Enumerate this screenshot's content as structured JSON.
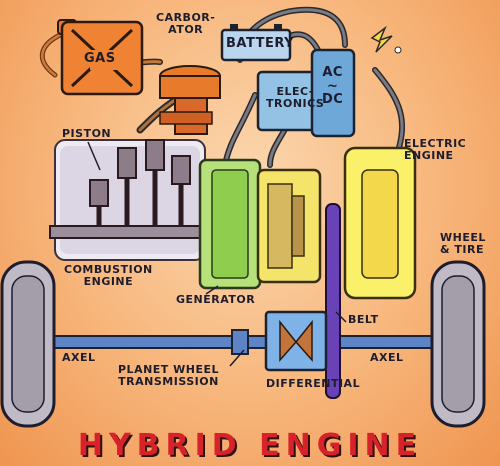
{
  "diagram": {
    "title": "HYBRID ENGINE",
    "labels": {
      "gas": "GAS",
      "carborator": "CARBOR-\nATOR",
      "battery": "BATTERY",
      "electronics": "ELEC-\nTRONICS",
      "acdc": "AC\n~\nDC",
      "piston": "PISTON",
      "electric_engine": "ELECTRIC\nENGINE",
      "combustion_engine": "COMBUSTION\nENGINE",
      "generator": "GENERATOR",
      "wheel_tire": "WHEEL\n& TIRE",
      "belt": "BELT",
      "axel_left": "AXEL",
      "axel_right": "AXEL",
      "planet_wheel": "PLANET WHEEL\nTRANSMISSION",
      "differential": "DIFFERENTIAL"
    }
  }
}
